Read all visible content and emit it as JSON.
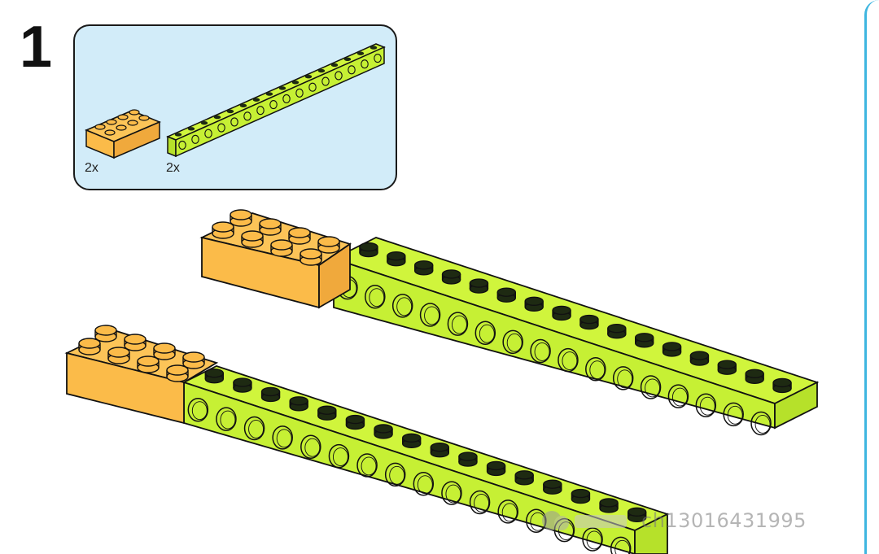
{
  "step": {
    "number": "1"
  },
  "parts": [
    {
      "name": "2x4 brick",
      "qty": "2x",
      "color": "#fbbb49"
    },
    {
      "name": "1x16 technic beam",
      "qty": "2x",
      "color": "#c6f034"
    }
  ],
  "colors": {
    "brick": "#fbbb49",
    "brick_top": "#fcc458",
    "brick_side": "#f0a93c",
    "beam": "#c6f034",
    "beam_top": "#d0f53c",
    "beam_side": "#b6e12a",
    "stud_dark": "#1e2a12",
    "panel_bg": "#d2ecf9",
    "accent_edge": "#3fb6e0"
  },
  "watermark": {
    "text": "ch13016431995"
  }
}
